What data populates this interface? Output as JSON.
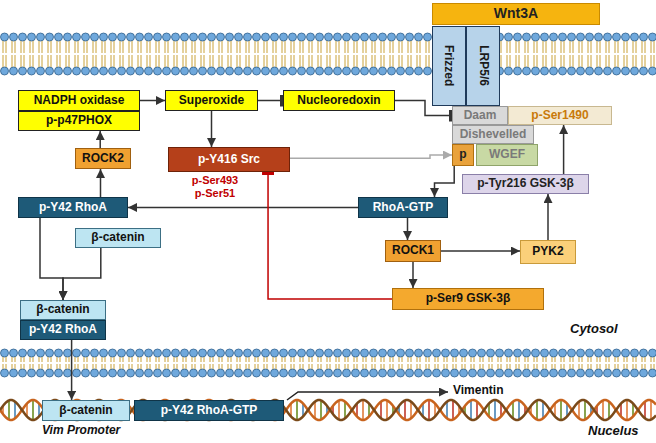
{
  "diagram": {
    "nodes": [
      {
        "text": [
          "Wnt3A"
        ]
      },
      {
        "text": [
          "Frizzed"
        ]
      },
      {
        "text": [
          "LRP5/6"
        ]
      },
      {
        "text": [
          "NADPH oxidase"
        ]
      },
      {
        "text": [
          "Superoxide"
        ]
      },
      {
        "text": [
          "Nucleoredoxin"
        ]
      },
      {
        "text": [
          "Daam"
        ]
      },
      {
        "text": [
          "p-Ser1490"
        ]
      },
      {
        "text": [
          "p-p47PHOX"
        ]
      },
      {
        "text": [
          "Dishevelled"
        ]
      },
      {
        "text": [
          "p"
        ]
      },
      {
        "text": [
          "WGEF"
        ]
      },
      {
        "text": [
          "ROCK2"
        ]
      },
      {
        "text": [
          "p-Y416 Src"
        ]
      },
      {
        "text": [
          "p-Tyr216 GSK-3β"
        ]
      },
      {
        "text": [
          "p-Y42 RhoA"
        ]
      },
      {
        "text": [
          "RhoA-GTP"
        ]
      },
      {
        "text": [
          "β-catenin"
        ]
      },
      {
        "text": [
          "ROCK1"
        ]
      },
      {
        "text": [
          "PYK2"
        ]
      },
      {
        "text": [
          "p-Ser9 GSK-3β"
        ]
      },
      {
        "text": [
          "β-catenin"
        ]
      },
      {
        "text": [
          "p-Y42 RhoA"
        ]
      },
      {
        "text": [
          "β-catenin"
        ]
      },
      {
        "text": [
          "p-Y42 RhoA-GTP"
        ]
      }
    ],
    "edges": [
      {
        "from": 3,
        "to": 4,
        "arrow": "to"
      },
      {
        "from": 4,
        "to": 5,
        "arrow": "to"
      },
      {
        "from": 5,
        "to": 6,
        "arrow": "to"
      },
      {
        "from": 4,
        "to": 13,
        "arrow": "to"
      },
      {
        "from": 13,
        "to": 10,
        "arrow": "to"
      },
      {
        "from": 10,
        "to": 16,
        "arrow": "to"
      },
      {
        "from": 14,
        "to": 7,
        "arrow": "to"
      },
      {
        "from": 16,
        "to": 15,
        "arrow": "to"
      },
      {
        "from": 16,
        "to": 18,
        "arrow": "to"
      },
      {
        "from": 18,
        "to": 19,
        "arrow": "to"
      },
      {
        "from": 19,
        "to": 14,
        "arrow": "to"
      },
      {
        "from": 18,
        "to": 20,
        "arrow": "to"
      },
      {
        "from": 20,
        "to": 13,
        "arrow": "to"
      },
      {
        "from": 15,
        "to": 12,
        "arrow": "to"
      },
      {
        "from": 12,
        "to": 8,
        "arrow": "to"
      },
      {
        "from": 15,
        "to": 21,
        "arrow": "to"
      },
      {
        "from": 17,
        "to": 21,
        "arrow": "to"
      },
      {
        "from": 22,
        "to": 23,
        "arrow": "to"
      }
    ],
    "labels": [
      "p-Ser493",
      "p-Ser51",
      "Cytosol",
      "Vimentin",
      "Vim Promoter",
      "Nucelus"
    ]
  }
}
